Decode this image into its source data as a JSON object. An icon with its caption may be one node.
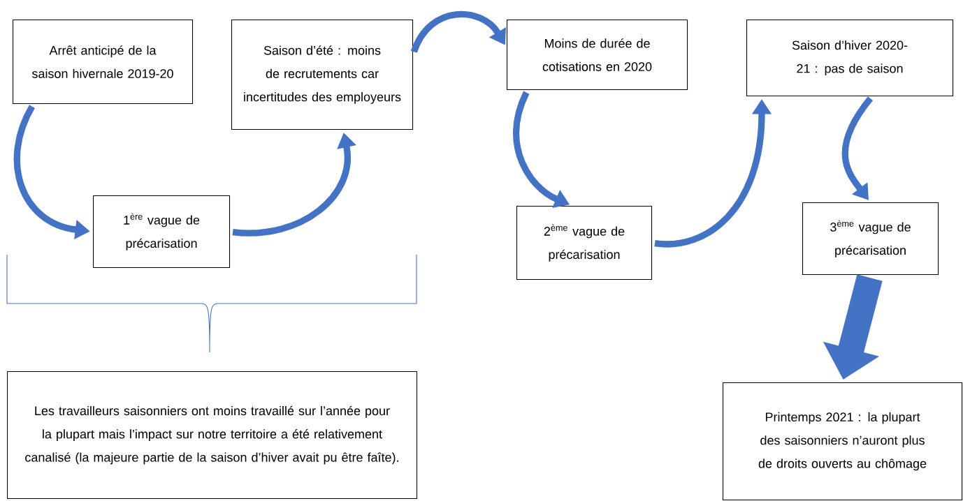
{
  "diagram": {
    "nodes": [
      {
        "text": [
          "Arrêt anticipé de la saison hivernale 2019-20"
        ]
      },
      {
        "text": [
          "1$^{ère}$ vague de précarisation"
        ]
      },
      {
        "text": [
          "Saison d’été : moins de recrutements car incertitudes des employeurs"
        ]
      },
      {
        "text": [
          "Moins de durée de cotisations en 2020"
        ]
      },
      {
        "text": [
          "2$^{ème}$ vague de précarisation"
        ]
      },
      {
        "text": [
          "Saison d’hiver 2020-21 : pas de saison"
        ]
      },
      {
        "text": [
          "3$^{ème}$ vague de précarisation"
        ]
      },
      {
        "text": [
          "Les travailleurs saisonniers ont moins travaillé sur l’année pour la plupart mais l’impact sur notre territoire a été relativement canalisé (la majeure partie de la saison d’hiver avait pu être faîte)."
        ]
      },
      {
        "text": [
          "Printemps 2021 : la plupart des saisonniers n’auront plus de droits ouverts au chômage"
        ]
      }
    ],
    "edges": [
      {
        "from": 0,
        "to": 1,
        "arrow": "to"
      },
      {
        "from": 1,
        "to": 2,
        "arrow": "to"
      },
      {
        "from": 2,
        "to": 3,
        "arrow": "to"
      },
      {
        "from": 3,
        "to": 4,
        "arrow": "to"
      },
      {
        "from": 4,
        "to": 5,
        "arrow": "to"
      },
      {
        "from": 5,
        "to": 6,
        "arrow": "to"
      },
      {
        "from": 6,
        "to": 8,
        "arrow": "to",
        "style": "thick"
      }
    ]
  }
}
